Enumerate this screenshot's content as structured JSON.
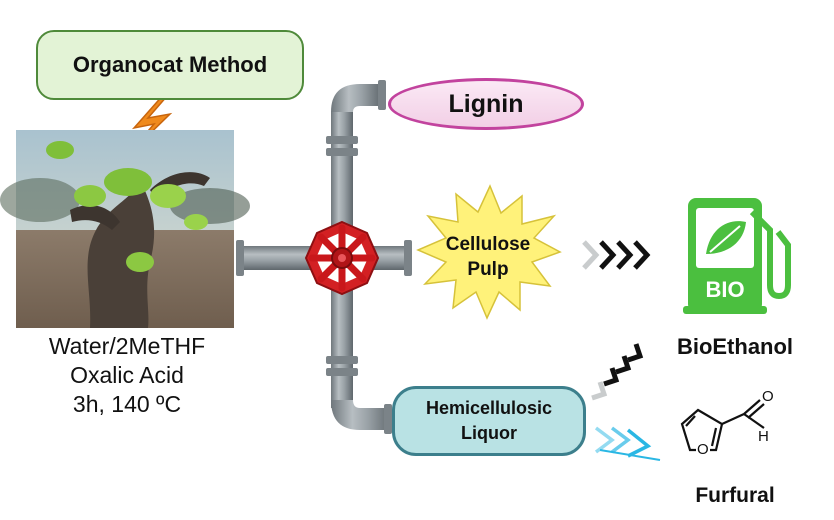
{
  "method": {
    "label": "Organocat Method"
  },
  "conditions": {
    "line1": "Water/2MeTHF",
    "line2": "Oxalic Acid",
    "line3": "3h, 140 ºC"
  },
  "products": {
    "lignin": "Lignin",
    "cellulose_line1": "Cellulose",
    "cellulose_line2": "Pulp",
    "hemi_line1": "Hemicellulosic",
    "hemi_line2": "Liquor",
    "bioethanol": "BioEthanol",
    "furfural": "Furfural",
    "furfural_h": "H",
    "furfural_o_ring": "O",
    "furfural_o_carbonyl": "O"
  },
  "fuel_pump": {
    "label": "BIO"
  },
  "colors": {
    "pipe": "#8c9499",
    "valve": "#c9171b",
    "lightning": "#f08a1c",
    "fuel_pump": "#4bbf3f",
    "lignin_border": "#c2439e",
    "hemi_fill": "#b9e2e4",
    "hemi_border": "#3c7f8c",
    "cellulose_star": "#fff27a",
    "method_fill": "#e3f3d6",
    "furfural_arrow": "#2ab7e4"
  },
  "icons": [
    "lightning-icon",
    "valve-icon",
    "fuel-pump-icon",
    "leaf-icon",
    "chevron-arrows-icon",
    "furfural-structure-icon"
  ]
}
